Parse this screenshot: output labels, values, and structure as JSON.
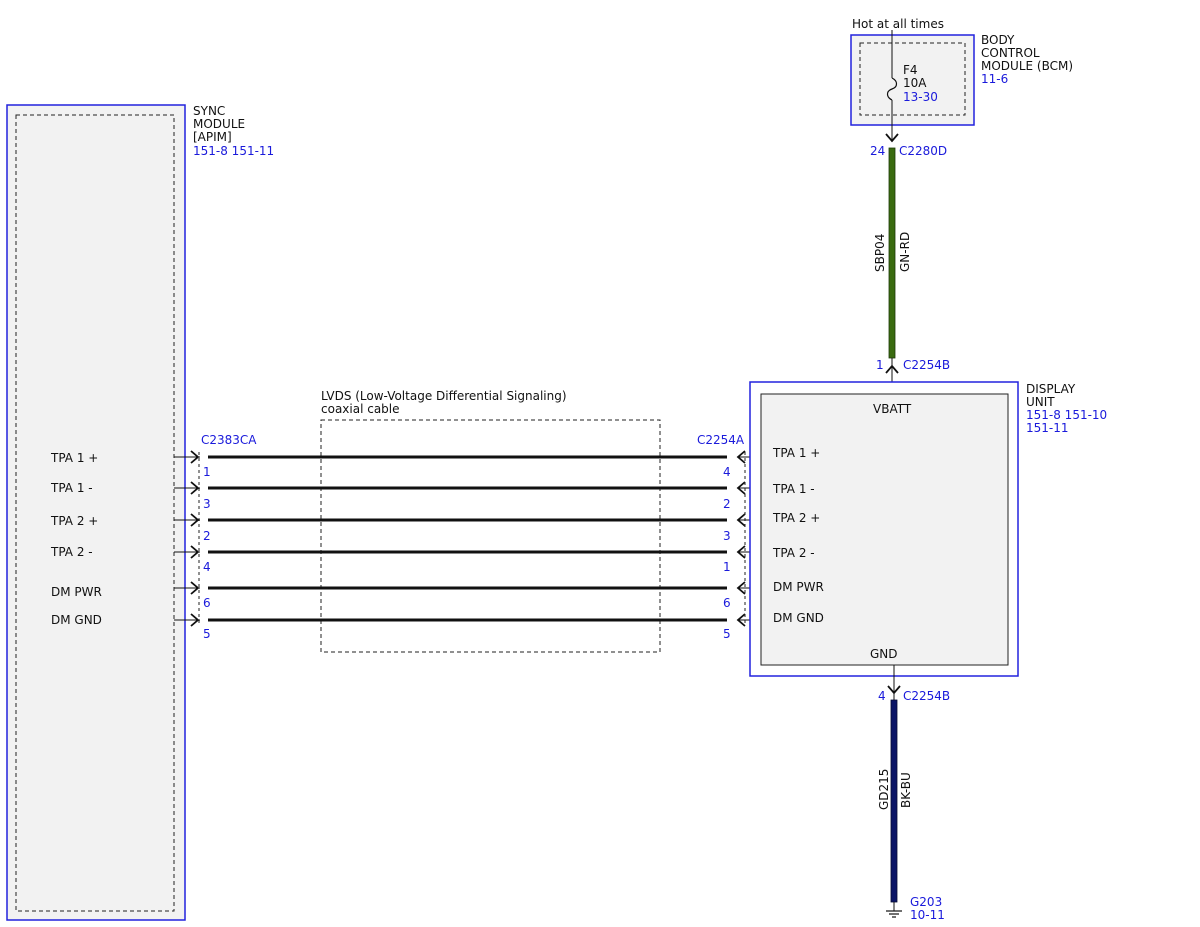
{
  "sync_module": {
    "name_lines": [
      "SYNC",
      "MODULE",
      "[APIM]"
    ],
    "refs": "151-8  151-11",
    "connector": "C2383CA",
    "signals": [
      {
        "label": "TPA 1 +",
        "pin": "1"
      },
      {
        "label": "TPA 1 -",
        "pin": "3"
      },
      {
        "label": "TPA 2 +",
        "pin": "2"
      },
      {
        "label": "TPA 2 -",
        "pin": "4"
      },
      {
        "label": "DM PWR",
        "pin": "6"
      },
      {
        "label": "DM GND",
        "pin": "5"
      }
    ]
  },
  "coax": {
    "line1": "LVDS (Low-Voltage Differential Signaling)",
    "line2": "coaxial cable"
  },
  "bcm": {
    "hot_label": "Hot at all times",
    "name_lines": [
      "BODY",
      "CONTROL",
      "MODULE (BCM)"
    ],
    "refs": "11-6",
    "fuse_name": "F4",
    "fuse_rating": "10A",
    "fuse_ref": "13-30",
    "pin": "24",
    "connector": "C2280D"
  },
  "power_wire": {
    "circuit": "SBP04",
    "color_code": "GN-RD",
    "color": "#3a6b10"
  },
  "display_unit": {
    "name_lines": [
      "DISPLAY",
      "UNIT"
    ],
    "refs_line1": "151-8  151-10",
    "refs_line2": "151-11",
    "connector_top": "C2254B",
    "pin_top": "1",
    "vbatt": "VBATT",
    "gnd": "GND",
    "connector_left": "C2254A",
    "pins": [
      {
        "label": "TPA 1 +",
        "pin": "4"
      },
      {
        "label": "TPA 1 -",
        "pin": "2"
      },
      {
        "label": "TPA 2 +",
        "pin": "3"
      },
      {
        "label": "TPA 2 -",
        "pin": "1"
      },
      {
        "label": "DM PWR",
        "pin": "6"
      },
      {
        "label": "DM GND",
        "pin": "5"
      }
    ],
    "connector_bottom": "C2254B",
    "pin_bottom": "4"
  },
  "ground_wire": {
    "circuit": "GD215",
    "color_code": "BK-BU",
    "color": "#0a1466"
  },
  "ground": {
    "name": "G203",
    "ref": "10-11"
  },
  "colors": {
    "module_border": "#2222dd",
    "label_blue": "#1a1adb",
    "module_fill": "#f2f2f2"
  }
}
